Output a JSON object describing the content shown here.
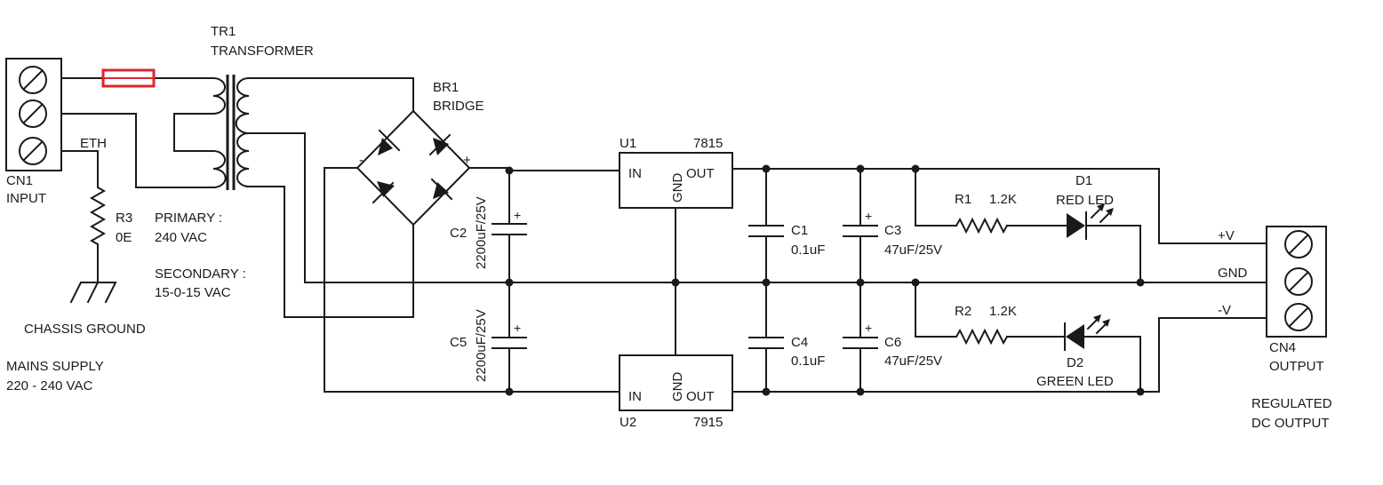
{
  "labels": {
    "tr1_ref": "TR1",
    "tr1_name": "TRANSFORMER",
    "br1_ref": "BR1",
    "br1_name": "BRIDGE",
    "bridge_minus": "-",
    "bridge_plus": "+",
    "cn1_ref": "CN1",
    "cn1_name": "INPUT",
    "eth": "ETH",
    "r3_ref": "R3",
    "r3_value": "0E",
    "primary_label": "PRIMARY :",
    "primary_value": "240 VAC",
    "secondary_label": "SECONDARY :",
    "secondary_value": "15-0-15 VAC",
    "chassis_ground": "CHASSIS GROUND",
    "mains_supply": "MAINS SUPPLY",
    "mains_value": "220 - 240 VAC",
    "c2_ref": "C2",
    "c2_value": "2200uF/25V",
    "c5_ref": "C5",
    "c5_value": "2200uF/25V",
    "u1_ref": "U1",
    "u1_part": "7815",
    "u2_ref": "U2",
    "u2_part": "7915",
    "pin_in": "IN",
    "pin_gnd": "GND",
    "pin_out": "OUT",
    "c1_ref": "C1",
    "c1_value": "0.1uF",
    "c4_ref": "C4",
    "c4_value": "0.1uF",
    "c3_ref": "C3",
    "c3_value": "47uF/25V",
    "c6_ref": "C6",
    "c6_value": "47uF/25V",
    "cap_plus": "+",
    "r1_ref": "R1",
    "r1_value": "1.2K",
    "r2_ref": "R2",
    "r2_value": "1.2K",
    "d1_ref": "D1",
    "d1_name": "RED LED",
    "d2_ref": "D2",
    "d2_name": "GREEN LED",
    "out_pos": "+V",
    "out_gnd": "GND",
    "out_neg": "-V",
    "cn4_ref": "CN4",
    "cn4_name": "OUTPUT",
    "regulated": "REGULATED",
    "dc_output": "DC OUTPUT"
  },
  "colors": {
    "wire": "#1a1a1a",
    "fuse": "#e0242b",
    "background": "#ffffff"
  }
}
